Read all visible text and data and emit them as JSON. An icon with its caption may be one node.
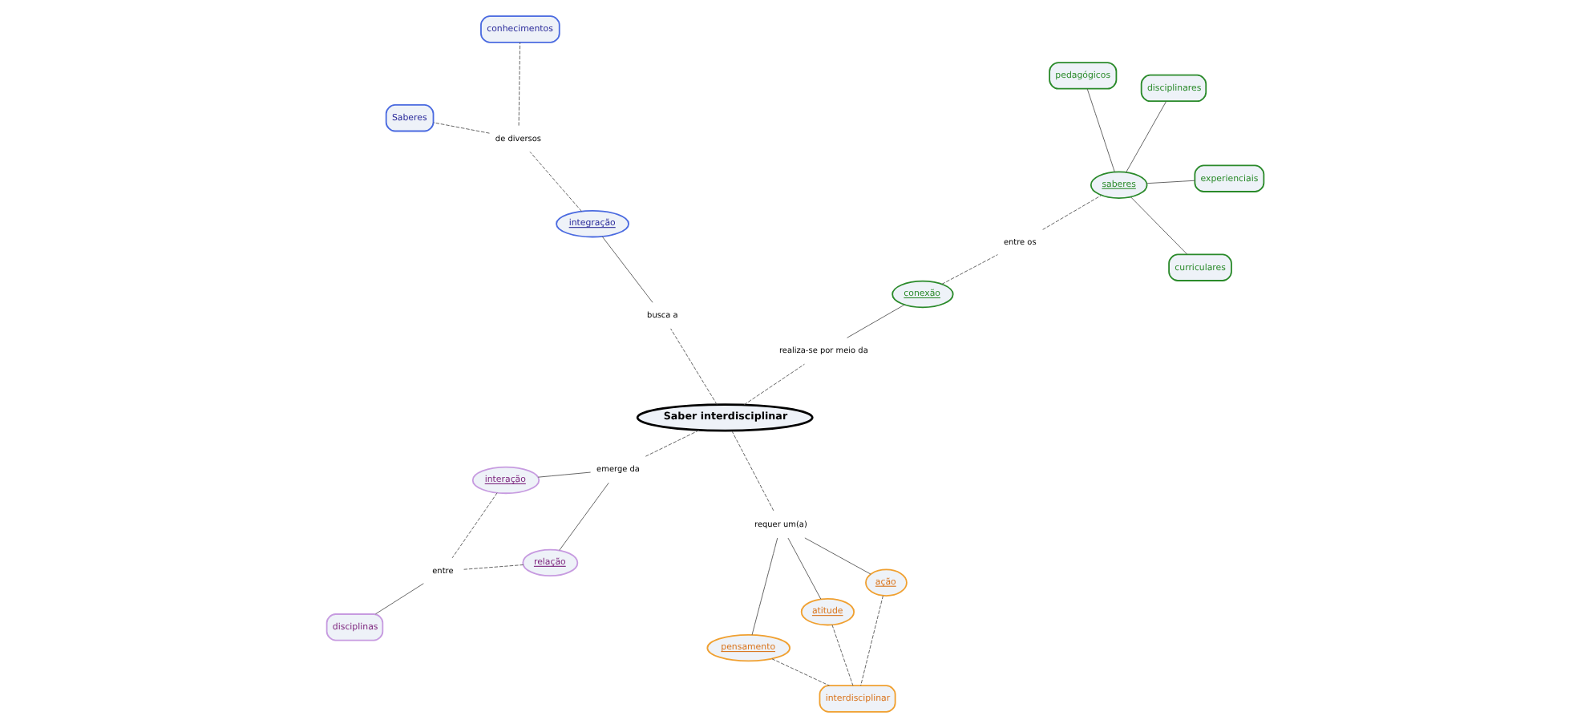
{
  "diagram": {
    "nodes": [
      {
        "text": [
          "Saber interdisciplinar"
        ]
      },
      {
        "text": [
          "emerge da"
        ]
      },
      {
        "text": [
          "relação"
        ]
      },
      {
        "text": [
          "interação"
        ]
      },
      {
        "text": [
          "entre"
        ]
      },
      {
        "text": [
          "disciplinas"
        ]
      },
      {
        "text": [
          "requer um(a)"
        ]
      },
      {
        "text": [
          "ação"
        ]
      },
      {
        "text": [
          "pensamento"
        ]
      },
      {
        "text": [
          "atitude"
        ]
      },
      {
        "text": [
          "interdisciplinar"
        ]
      },
      {
        "text": [
          "realiza-se por meio da"
        ]
      },
      {
        "text": [
          "conexão"
        ]
      },
      {
        "text": [
          "entre os"
        ]
      },
      {
        "text": [
          "saberes"
        ]
      },
      {
        "text": [
          "curriculares"
        ]
      },
      {
        "text": [
          "experienciais"
        ]
      },
      {
        "text": [
          "disciplinares"
        ]
      },
      {
        "text": [
          "pedagógicos"
        ]
      },
      {
        "text": [
          "busca a"
        ]
      },
      {
        "text": [
          "integração"
        ]
      },
      {
        "text": [
          "de diversos"
        ]
      },
      {
        "text": [
          "Saberes"
        ]
      },
      {
        "text": [
          "conhecimentos"
        ]
      }
    ],
    "edges": [
      {
        "from": 0,
        "to": 1,
        "arrow": "none",
        "style": "dashed"
      },
      {
        "from": 1,
        "to": 2,
        "arrow": "none"
      },
      {
        "from": 1,
        "to": 3,
        "arrow": "none"
      },
      {
        "from": 2,
        "to": 4,
        "arrow": "none",
        "style": "dashed"
      },
      {
        "from": 3,
        "to": 4,
        "arrow": "none",
        "style": "dashed"
      },
      {
        "from": 4,
        "to": 5,
        "arrow": "none"
      },
      {
        "from": 0,
        "to": 6,
        "arrow": "none",
        "style": "dashed"
      },
      {
        "from": 6,
        "to": 7,
        "arrow": "none"
      },
      {
        "from": 6,
        "to": 8,
        "arrow": "none"
      },
      {
        "from": 6,
        "to": 9,
        "arrow": "none"
      },
      {
        "from": 7,
        "to": 10,
        "arrow": "none",
        "style": "dashed"
      },
      {
        "from": 8,
        "to": 10,
        "arrow": "none",
        "style": "dashed"
      },
      {
        "from": 9,
        "to": 10,
        "arrow": "none",
        "style": "dashed"
      },
      {
        "from": 0,
        "to": 11,
        "arrow": "none",
        "style": "dashed"
      },
      {
        "from": 11,
        "to": 12,
        "arrow": "none"
      },
      {
        "from": 12,
        "to": 13,
        "arrow": "none",
        "style": "dashed"
      },
      {
        "from": 13,
        "to": 14,
        "arrow": "none",
        "style": "dashed"
      },
      {
        "from": 14,
        "to": 15,
        "arrow": "none"
      },
      {
        "from": 14,
        "to": 16,
        "arrow": "none"
      },
      {
        "from": 14,
        "to": 17,
        "arrow": "none"
      },
      {
        "from": 14,
        "to": 18,
        "arrow": "none"
      },
      {
        "from": 0,
        "to": 19,
        "arrow": "none",
        "style": "dashed"
      },
      {
        "from": 19,
        "to": 20,
        "arrow": "none"
      },
      {
        "from": 20,
        "to": 21,
        "arrow": "none",
        "style": "dashed"
      },
      {
        "from": 21,
        "to": 22,
        "arrow": "none",
        "style": "dashed"
      },
      {
        "from": 21,
        "to": 23,
        "arrow": "none",
        "style": "dashed"
      }
    ]
  }
}
